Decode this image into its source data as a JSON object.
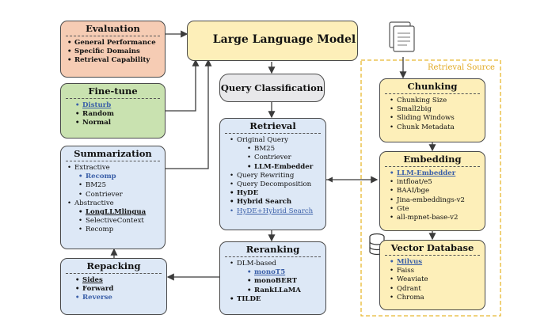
{
  "llm": {
    "title": "Large Language Model"
  },
  "evaluation": {
    "title": "Evaluation",
    "items": [
      "General Performance",
      "Specific Domains",
      "Retrieval Capability"
    ]
  },
  "finetune": {
    "title": "Fine-tune",
    "items": [
      "Disturb",
      "Random",
      "Normal"
    ]
  },
  "summarization": {
    "title": "Summarization",
    "extractive": "Extractive",
    "extractive_items": [
      "Recomp",
      "BM25",
      "Contriever"
    ],
    "abstractive": "Abstractive",
    "abstractive_items": [
      "LongLLMlingua",
      "SelectiveContext",
      "Recomp"
    ]
  },
  "repacking": {
    "title": "Repacking",
    "items": [
      "Sides",
      "Forward",
      "Reverse"
    ]
  },
  "query_classification": {
    "title": "Query Classification"
  },
  "retrieval": {
    "title": "Retrieval",
    "original_query": "Original Query",
    "original_items": [
      "BM25",
      "Contriever",
      "LLM-Embedder"
    ],
    "items": [
      "Query Rewriting",
      "Query Decomposition",
      "HyDE",
      "Hybrid Search",
      "HyDE+Hybrid Search"
    ]
  },
  "reranking": {
    "title": "Reranking",
    "dlm": "DLM-based",
    "dlm_items": [
      "monoT5",
      "monoBERT",
      "RankLLaMA"
    ],
    "tilde": "TILDE"
  },
  "retrieval_source": {
    "label": "Retrieval Source"
  },
  "chunking": {
    "title": "Chunking",
    "items": [
      "Chunking Size",
      "Small2big",
      "Sliding Windows",
      "Chunk Metadata"
    ]
  },
  "embedding": {
    "title": "Embedding",
    "items": [
      "LLM-Embedder",
      "intfloat/e5",
      "BAAI/bge",
      "Jina-embeddings-v2",
      "Gte",
      "all-mpnet-base-v2"
    ]
  },
  "vector_db": {
    "title": "Vector Database",
    "items": [
      "Milvus",
      "Faiss",
      "Weaviate",
      "Qdrant",
      "Chroma"
    ]
  }
}
